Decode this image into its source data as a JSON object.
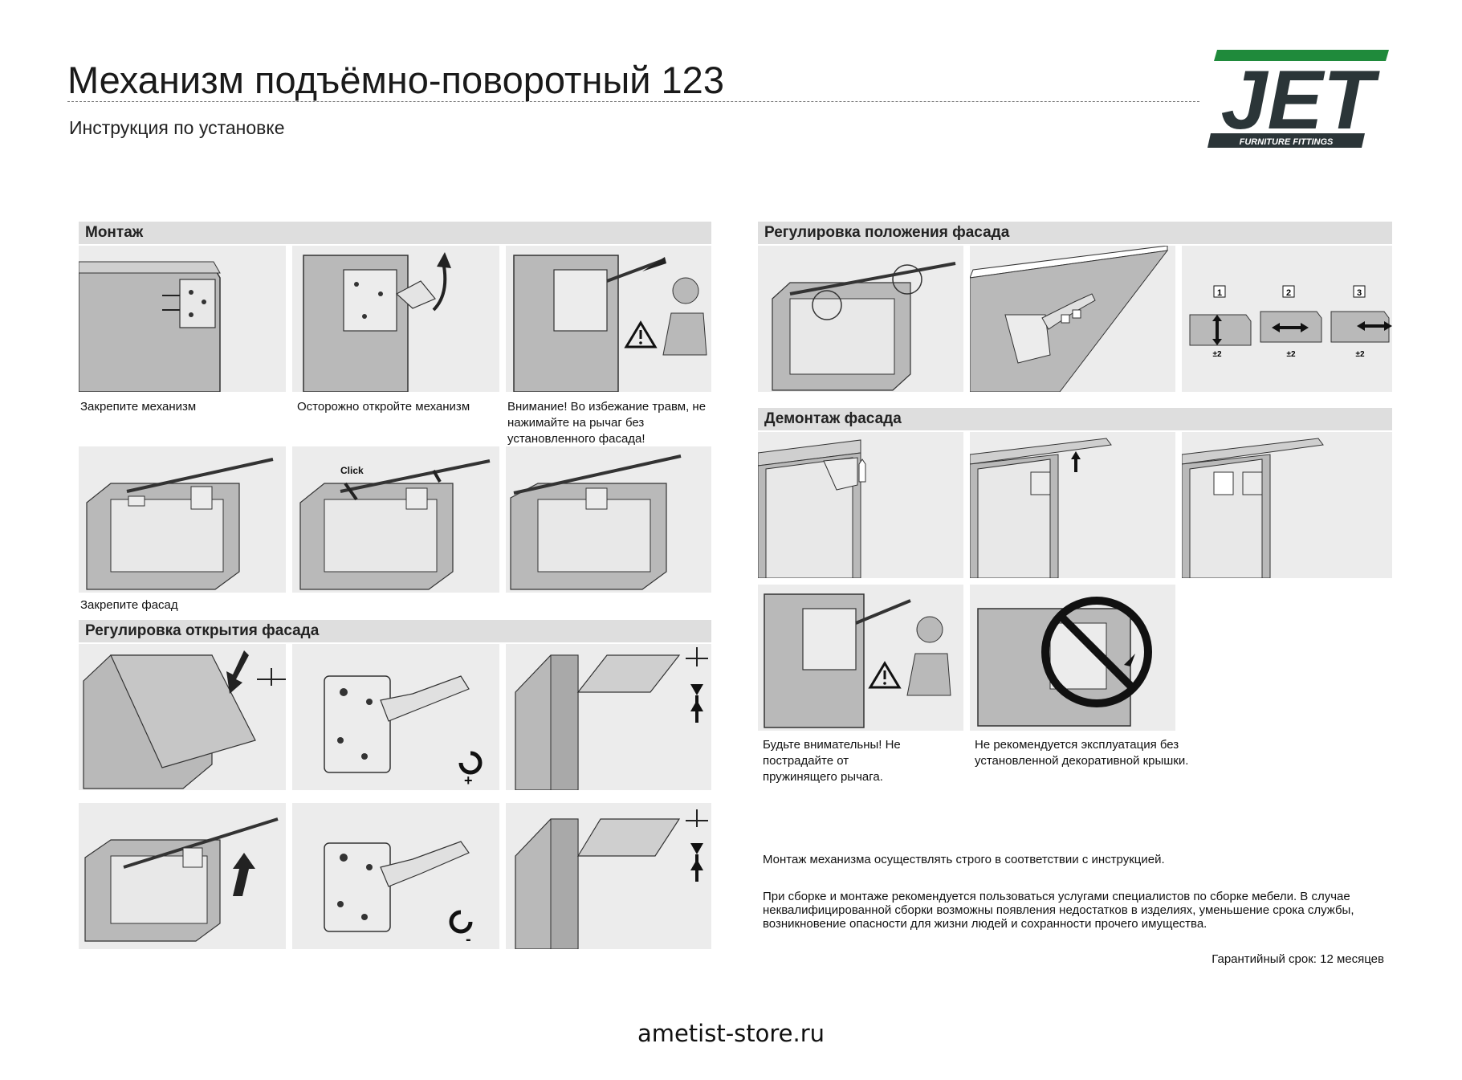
{
  "header": {
    "title": "Механизм подъёмно-поворотный 123",
    "subtitle": "Инструкция по установке",
    "logo_text": "JET",
    "logo_tagline": "FURNITURE FITTINGS",
    "brand_color": "#1f8a3b",
    "logo_dark_color": "#2b3538"
  },
  "sections": {
    "montage": "Монтаж",
    "opening": "Регулировка открытия фасада",
    "position": "Регулировка положения фасада",
    "dismount": "Демонтаж фасада"
  },
  "captions": {
    "fix_mechanism": "Закрепите механизм",
    "open_carefully": "Осторожно откройте механизм",
    "warning": "Внимание! Во избежание травм, не нажимайте на рычаг без установленного фасада!",
    "fix_facade": "Закрепите фасад",
    "click_label": "Click",
    "be_careful": "Будьте внимательны! Не пострадайте от пружинящего рычага.",
    "no_cover": "Не рекомендуется эксплуатация без установленной декоративной крышки."
  },
  "adjust_labels": {
    "step1": "1",
    "step2": "2",
    "step3": "3",
    "tolerance": "±2"
  },
  "notes": {
    "note1": "Монтаж механизма осуществлять строго в соответствии с инструкцией.",
    "note2": "При сборке и монтаже рекомендуется пользоваться услугами специалистов по сборке мебели. В случае неквалифицированной сборки возможны появления недостатков в изделиях, уменьшение срока службы, возникновение опасности для жизни людей и сохранности прочего имущества.",
    "warranty": "Гарантийный срок: 12 месяцев"
  },
  "footer": {
    "site": "ametist-store.ru"
  }
}
